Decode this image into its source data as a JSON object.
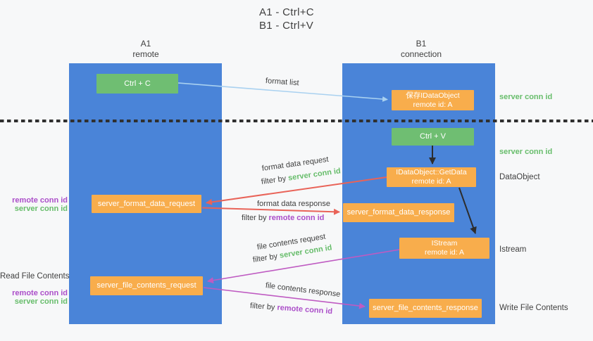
{
  "title": {
    "line1": "A1 - Ctrl+C",
    "line2": "B1 - Ctrl+V"
  },
  "lanes": {
    "left": {
      "name": "A1",
      "role": "remote"
    },
    "right": {
      "name": "B1",
      "role": "connection"
    }
  },
  "boxes": {
    "ctrl_c": {
      "label": "Ctrl + C"
    },
    "save_dataobject": {
      "line1": "保存IDataObject",
      "line2": "remote id: A"
    },
    "ctrl_v": {
      "label": "Ctrl + V"
    },
    "getdata": {
      "line1": "IDataObject::GetData",
      "line2": "remote id: A"
    },
    "istream": {
      "line1": "IStream",
      "line2": "remote id: A"
    },
    "server_format_data_request": {
      "label": "server_format_data_request"
    },
    "server_format_data_response": {
      "label": "server_format_data_response"
    },
    "server_file_contents_request": {
      "label": "server_file_contents_request"
    },
    "server_file_contents_response": {
      "label": "server_file_contents_response"
    }
  },
  "arrow_labels": {
    "format_list": "format list",
    "format_data_request": "format data request",
    "format_data_response": "format data response",
    "file_contents_request": "file contents request",
    "file_contents_response": "file contents response",
    "filter_by": "filter by",
    "server_conn_id": "server conn id",
    "remote_conn_id": "remote conn id"
  },
  "side_labels": {
    "right_server_conn_id_top": "server conn id",
    "right_server_conn_id_mid": "server conn id",
    "dataobject": "DataObject",
    "istream": "Istream",
    "write_file_contents": "Write File Contents",
    "read_file_contents": "Read File Contents",
    "left_remote_conn_id_top": "remote conn id",
    "left_server_conn_id_top": "server conn id",
    "left_remote_conn_id_bottom": "remote conn id",
    "left_server_conn_id_bottom": "server conn id"
  },
  "colors": {
    "lane_blue": "#4a84d8",
    "box_green": "#6fbe72",
    "box_orange": "#f8ad4c",
    "arrow_red": "#e96358",
    "arrow_pink": "#bf5bc2",
    "arrow_light_blue": "#a9d1f0",
    "arrow_black": "#2d2d2d",
    "text_green": "#67bd6b",
    "text_purple": "#ab4ec9",
    "text_dark": "#3c3c3c",
    "separator": "#2f2f2f",
    "background": "#f7f8f9"
  }
}
